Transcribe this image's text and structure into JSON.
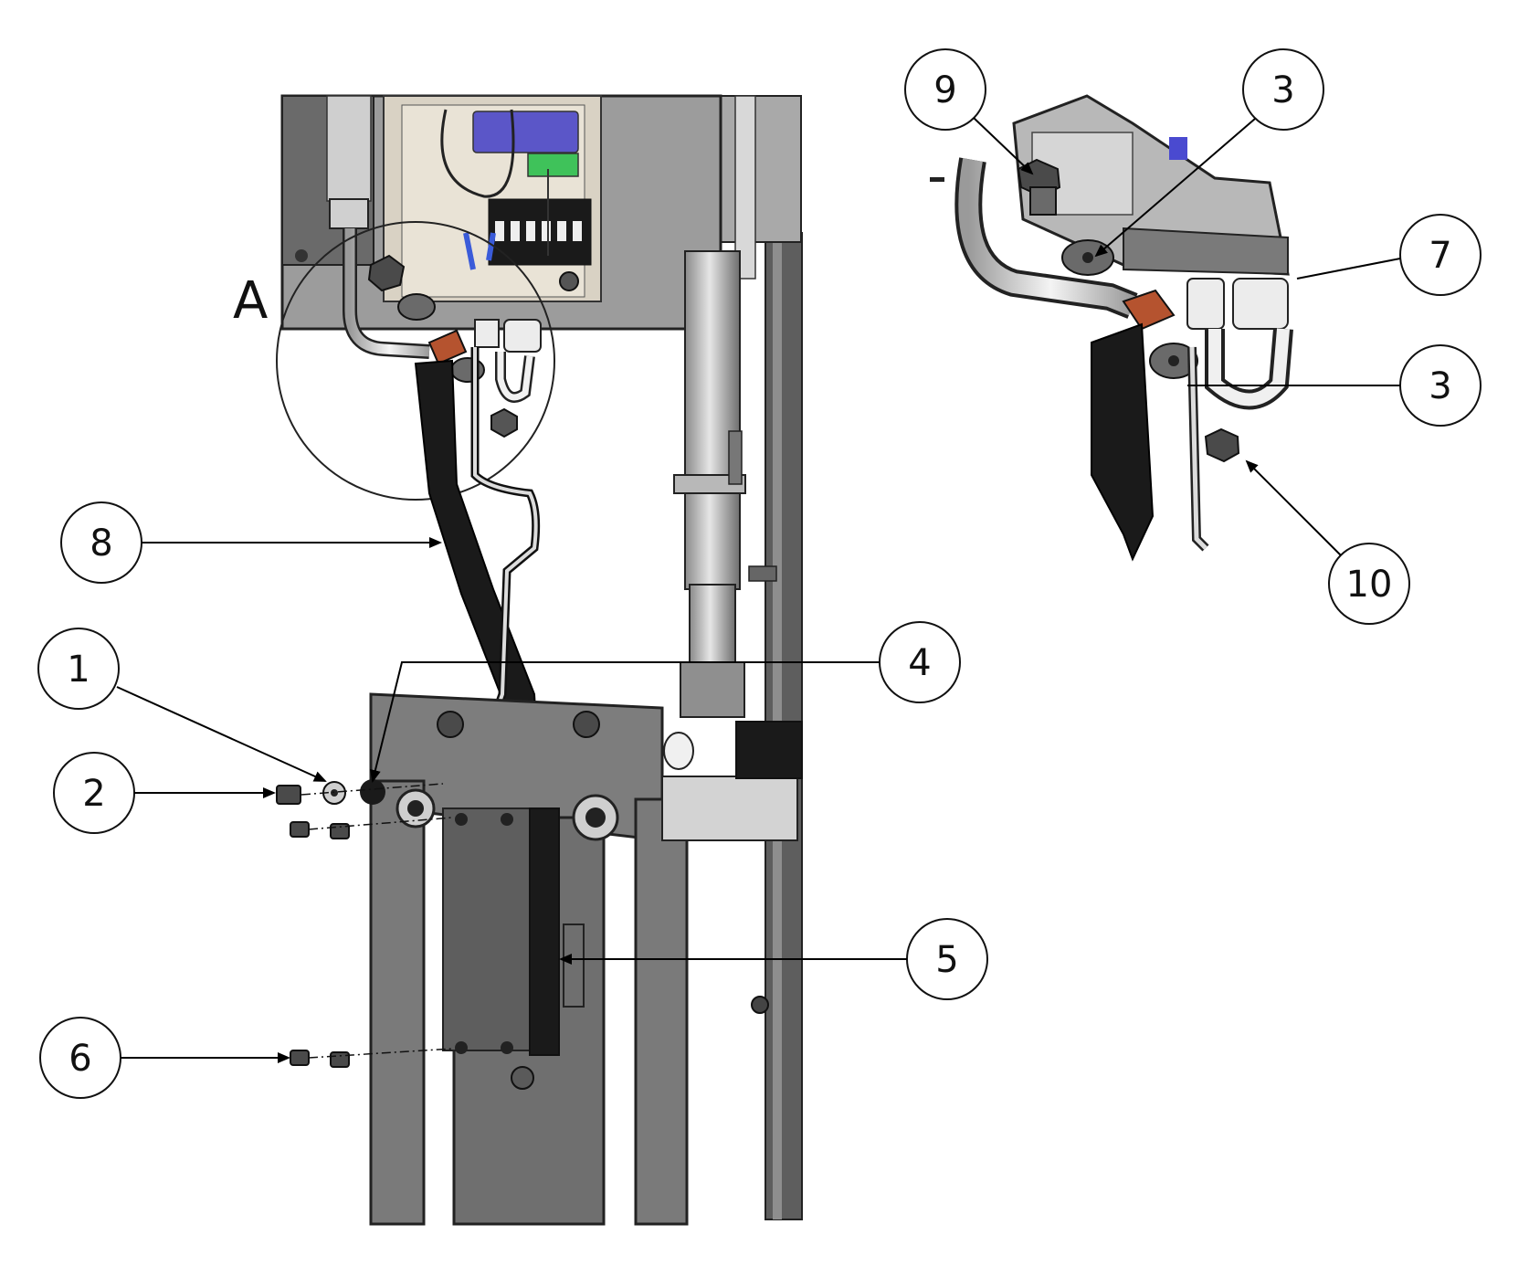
{
  "detail_label": "A",
  "callouts": {
    "c1": "1",
    "c2": "2",
    "c3a": "3",
    "c3b": "3",
    "c4": "4",
    "c5": "5",
    "c6": "6",
    "c7": "7",
    "c8": "8",
    "c9": "9",
    "c10": "10"
  },
  "colors": {
    "frame_gray": "#7a7a7a",
    "frame_dark": "#4d4d4d",
    "panel_light": "#bdbdbd",
    "strap_black": "#1a1a1a",
    "lug_copper": "#b5532f",
    "module_blue": "#5b56c8",
    "terminal_green": "#3fc25a"
  }
}
